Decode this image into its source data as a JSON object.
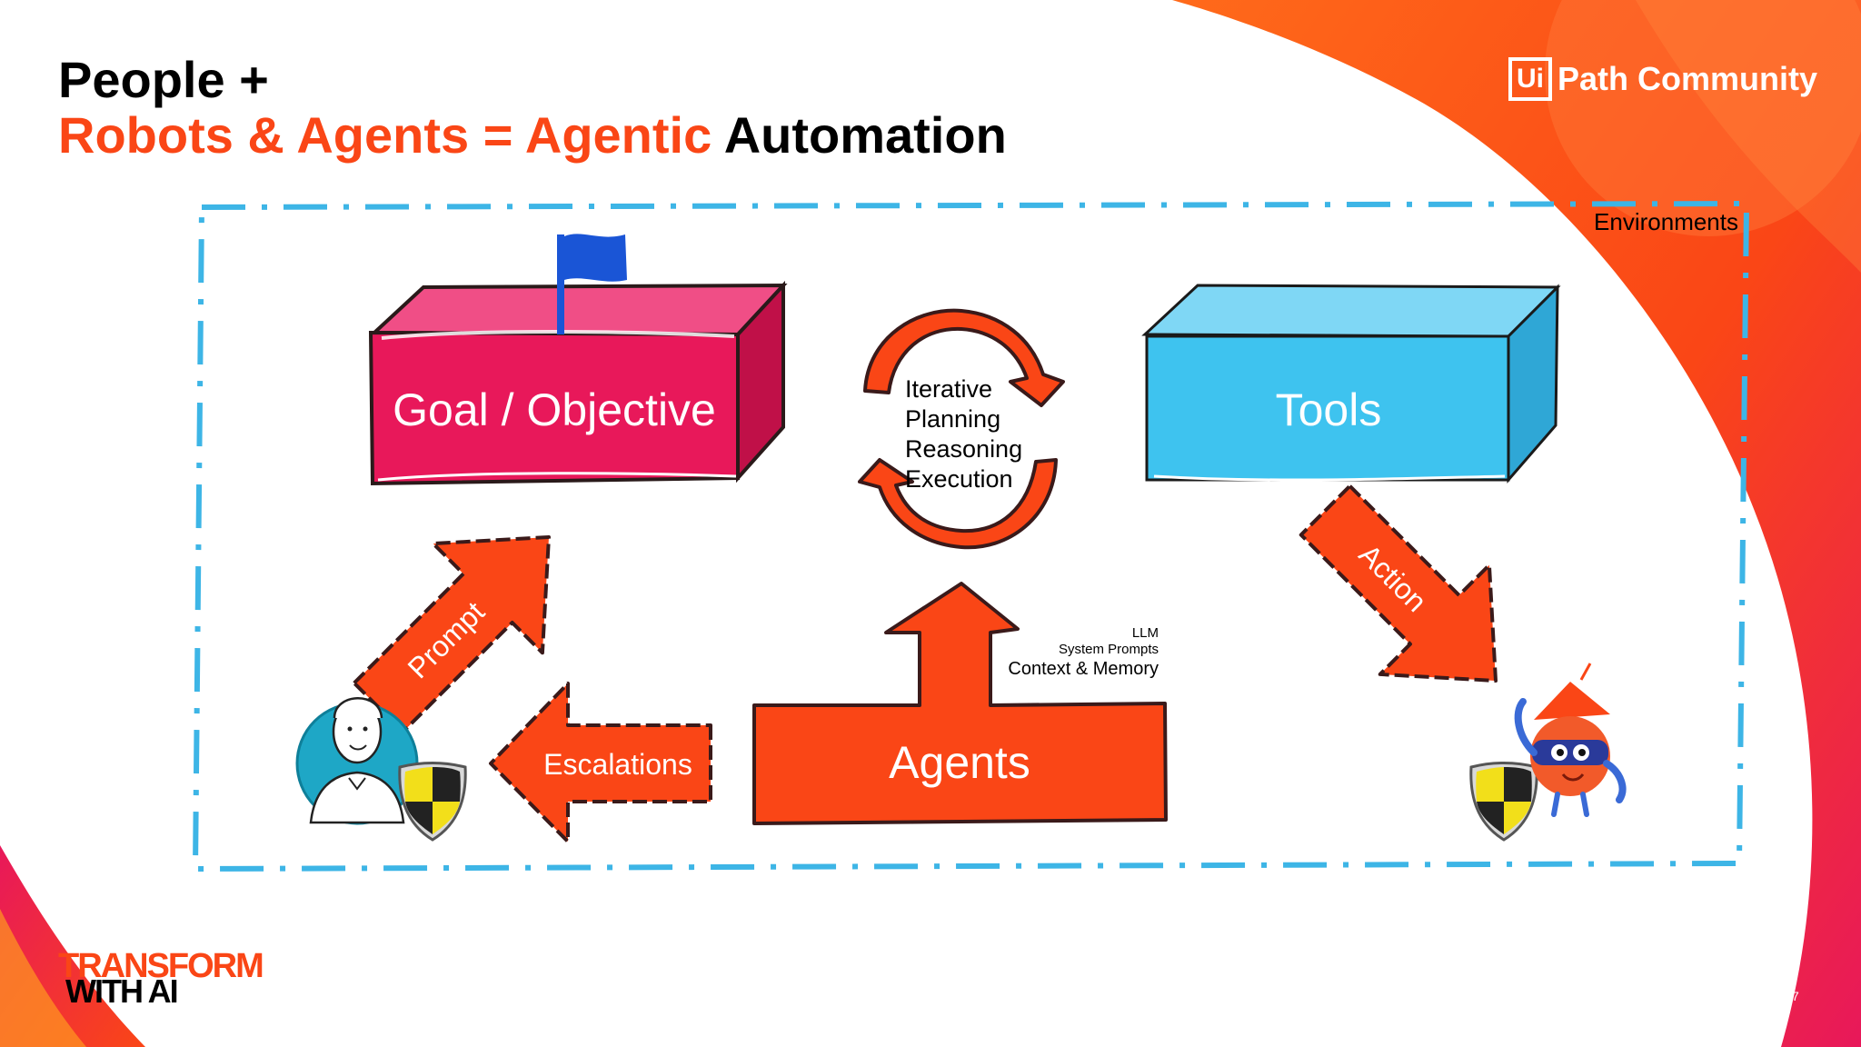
{
  "slide": {
    "title_line1": "People +",
    "title_line2_part1": "Robots & Agents = Agentic",
    "title_line2_part2": " Automation",
    "logo": {
      "box": "Ui",
      "text": "Path Community"
    },
    "page_number": "7",
    "branding": {
      "line1": "TRANSFORM",
      "line2": "WITH AI"
    }
  },
  "diagram": {
    "environments_label": "Environments",
    "goal_label": "Goal / Objective",
    "tools_label": "Tools",
    "cycle_steps": [
      "Iterative",
      "Planning",
      "Reasoning",
      "Execution"
    ],
    "agents_label": "Agents",
    "prompt_label": "Prompt",
    "escalations_label": "Escalations",
    "action_label": "Action",
    "agent_inputs": [
      "LLM",
      "System Prompts",
      "Context & Memory"
    ],
    "icons": [
      "flag-icon",
      "person-icon",
      "shield-icon",
      "robot-icon",
      "cycle-arrows-icon"
    ]
  },
  "colors": {
    "accent_orange": "#fa4616",
    "goal_pink": "#e8185a",
    "tools_blue": "#3ec3ef",
    "dash_blue": "#3db5e6",
    "flag_blue": "#1a55d6"
  }
}
